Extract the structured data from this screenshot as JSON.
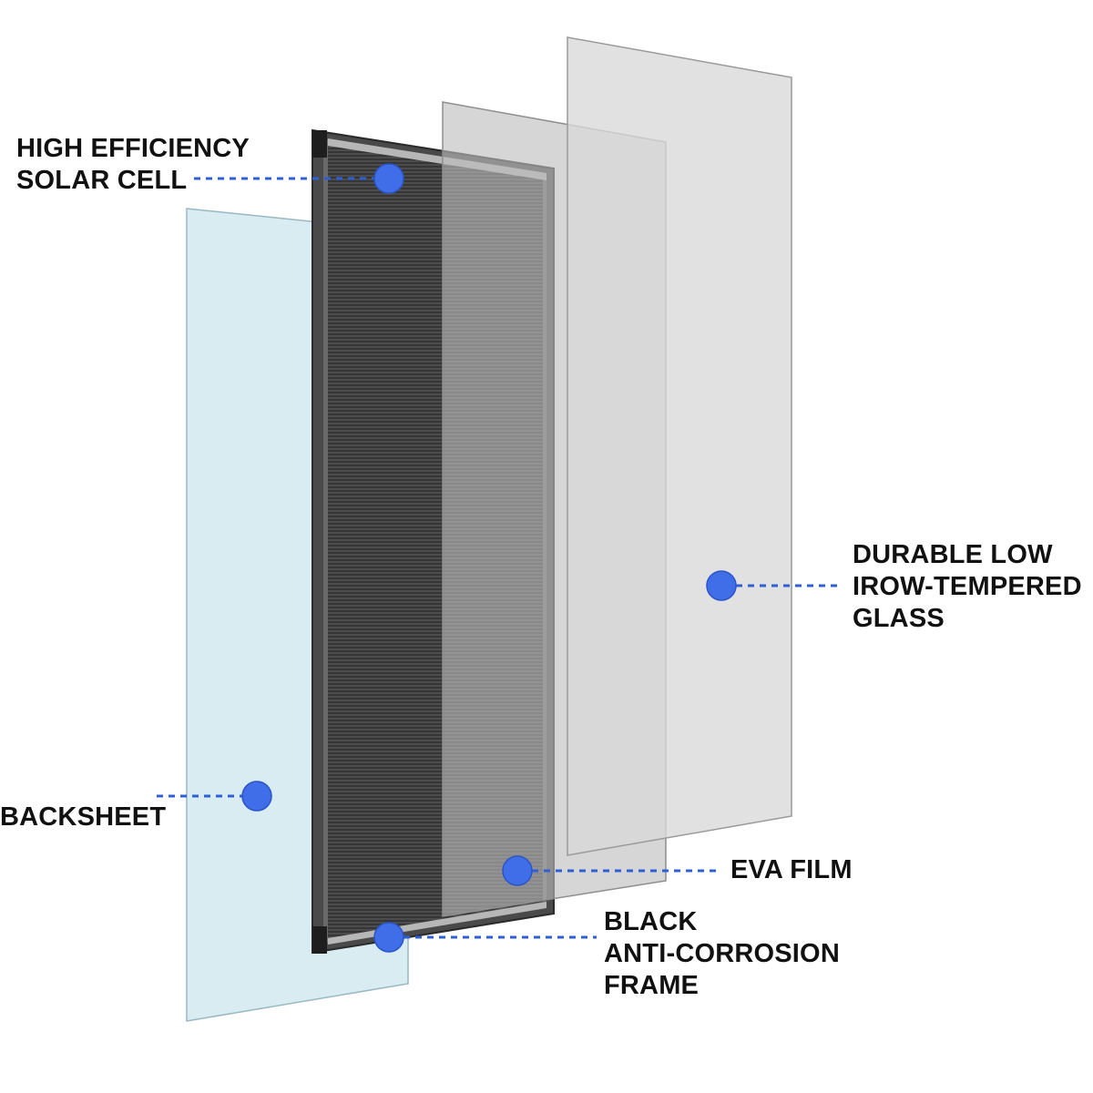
{
  "labels": {
    "solar_cell": [
      "HIGH EFFICIENCY",
      "SOLAR CELL"
    ],
    "glass": [
      "DURABLE LOW",
      "IROW-TEMPERED",
      "GLASS"
    ],
    "backsheet": [
      "BACKSHEET"
    ],
    "eva_film": [
      "EVA FILM"
    ],
    "frame": [
      "BLACK",
      "ANTI-CORROSION",
      "FRAME"
    ]
  },
  "colors": {
    "marker": "#3f6ee8",
    "leader_line": "#2f5fd6",
    "backsheet": "#d9ecf1",
    "glass": "#dcdcdc",
    "eva": "#c8c8c8",
    "cell": "#3c3c3c",
    "frame": "#555555"
  }
}
